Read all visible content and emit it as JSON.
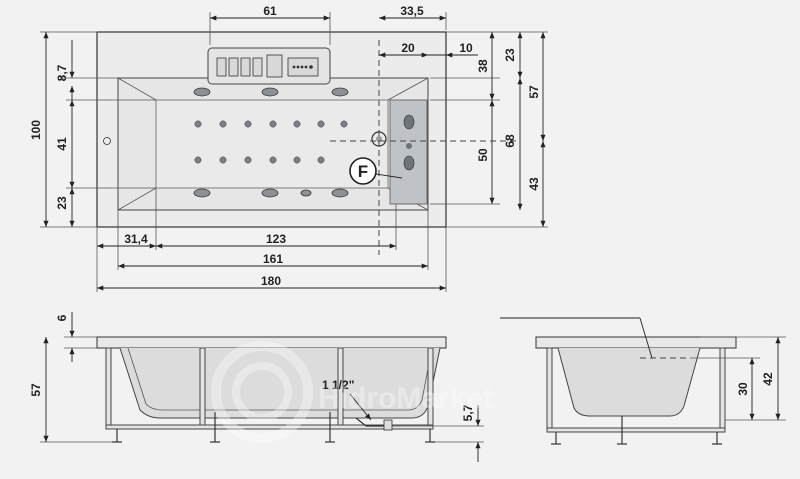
{
  "dimensions": {
    "top_61": "61",
    "top_33_5": "33,5",
    "d20": "20",
    "d10": "10",
    "d23_right": "23",
    "d57_right": "57",
    "d38": "38",
    "d68": "68",
    "d50": "50",
    "d43": "43",
    "d100": "100",
    "d8_7": "8,7",
    "d41": "41",
    "d23_left": "23",
    "d31_4": "31,4",
    "d123": "123",
    "d161": "161",
    "d180": "180",
    "side_6": "6",
    "side_57": "57",
    "pipe": "1 1/2\"",
    "side_5_7": "5,7",
    "end_30": "30",
    "end_42": "42"
  },
  "marker_f": "F",
  "watermark": "HidroMarket"
}
